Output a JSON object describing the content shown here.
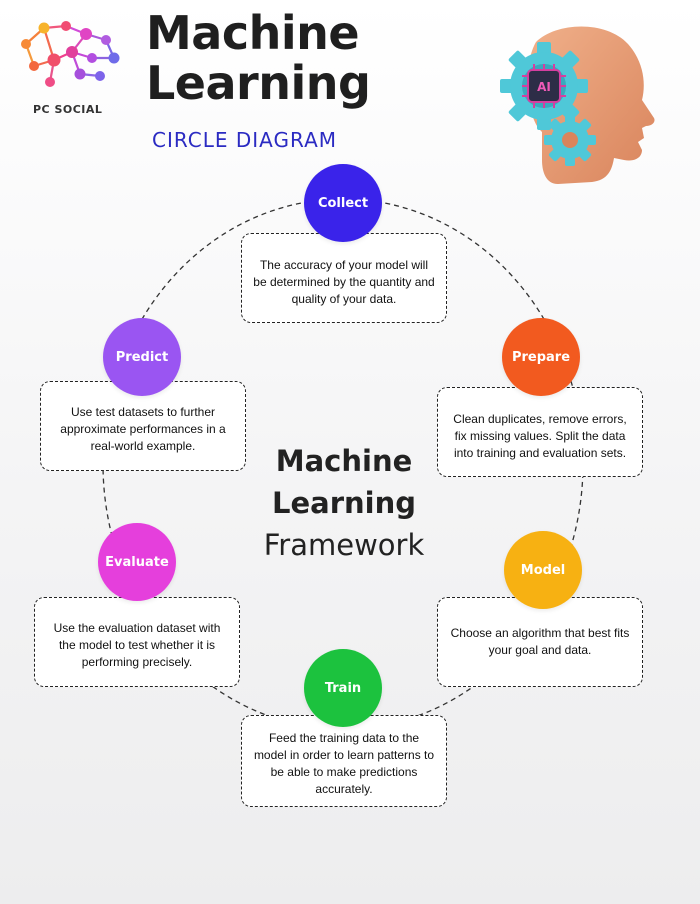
{
  "header": {
    "title_line1": "Machine",
    "title_line2": "Learning",
    "subtitle": "CIRCLE DIAGRAM",
    "brand": "PC SOCIAL",
    "chip_label": "AI"
  },
  "center": {
    "line1": "Machine",
    "line2": "Learning",
    "line3": "Framework"
  },
  "stages": [
    {
      "name": "Collect",
      "color": "#3a23ea",
      "description": "The accuracy of your model will be determined by the quantity and quality of your data."
    },
    {
      "name": "Prepare",
      "color": "#f25a1f",
      "description": "Clean duplicates, remove errors, fix missing values. Split the data into training and evaluation sets."
    },
    {
      "name": "Model",
      "color": "#f7b112",
      "description": "Choose an algorithm that best fits your goal and data."
    },
    {
      "name": "Train",
      "color": "#1cc23e",
      "description": "Feed the training data to the model in order to learn patterns to be able to make predictions accurately."
    },
    {
      "name": "Evaluate",
      "color": "#e53fdc",
      "description": "Use the evaluation dataset with the model to test whether it is performing precisely."
    },
    {
      "name": "Predict",
      "color": "#9a55f2",
      "description": "Use test datasets to further approximate performances in a real-world example."
    }
  ]
}
